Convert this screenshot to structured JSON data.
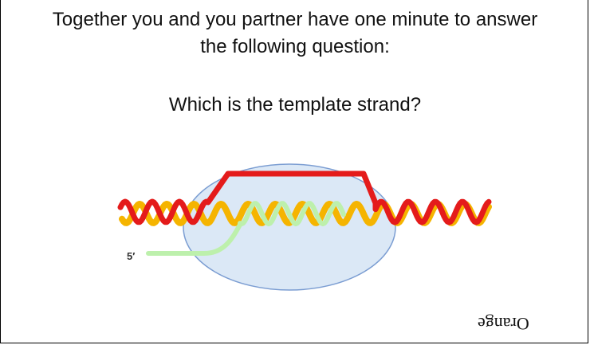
{
  "slide": {
    "line1": "Together you and you partner have one minute to answer",
    "line2": "the following question:",
    "question": "Which is the template strand?",
    "five_prime_label": "5′",
    "answer_label": "Orange"
  },
  "colors": {
    "orange_strand": "#f5b400",
    "red_strand": "#e41b1b",
    "green_strand": "#bdf0ac",
    "bubble_fill": "#dbe8f6",
    "bubble_stroke": "#7b9dd2"
  }
}
